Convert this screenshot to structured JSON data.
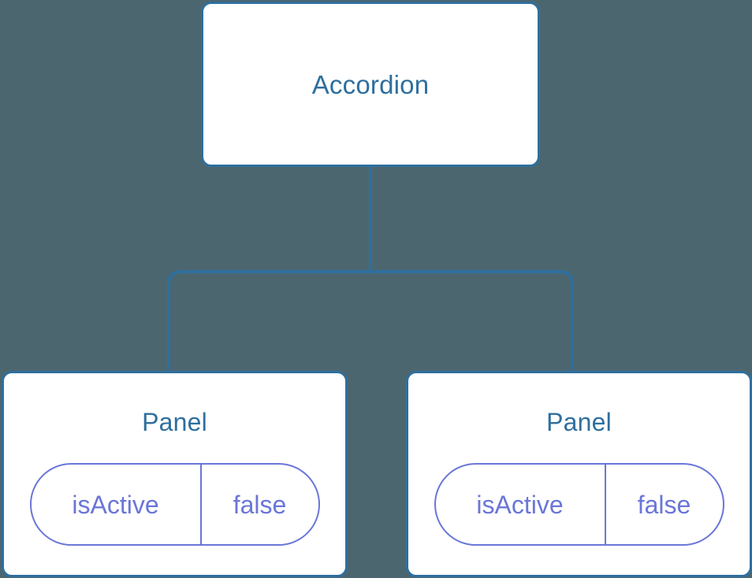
{
  "diagram": {
    "title_text": "Accordion",
    "background_color": "#4c6670",
    "node_border_color": "#2e6f9e",
    "node_fill_color": "#ffffff",
    "node_label_color": "#2e6f9e",
    "prop_accent_color": "#6a76d8",
    "edge_color": "#2e6f9e"
  },
  "root": {
    "label": "Accordion"
  },
  "children": [
    {
      "label": "Panel",
      "prop": {
        "key": "isActive",
        "value": "false"
      }
    },
    {
      "label": "Panel",
      "prop": {
        "key": "isActive",
        "value": "false"
      }
    }
  ]
}
